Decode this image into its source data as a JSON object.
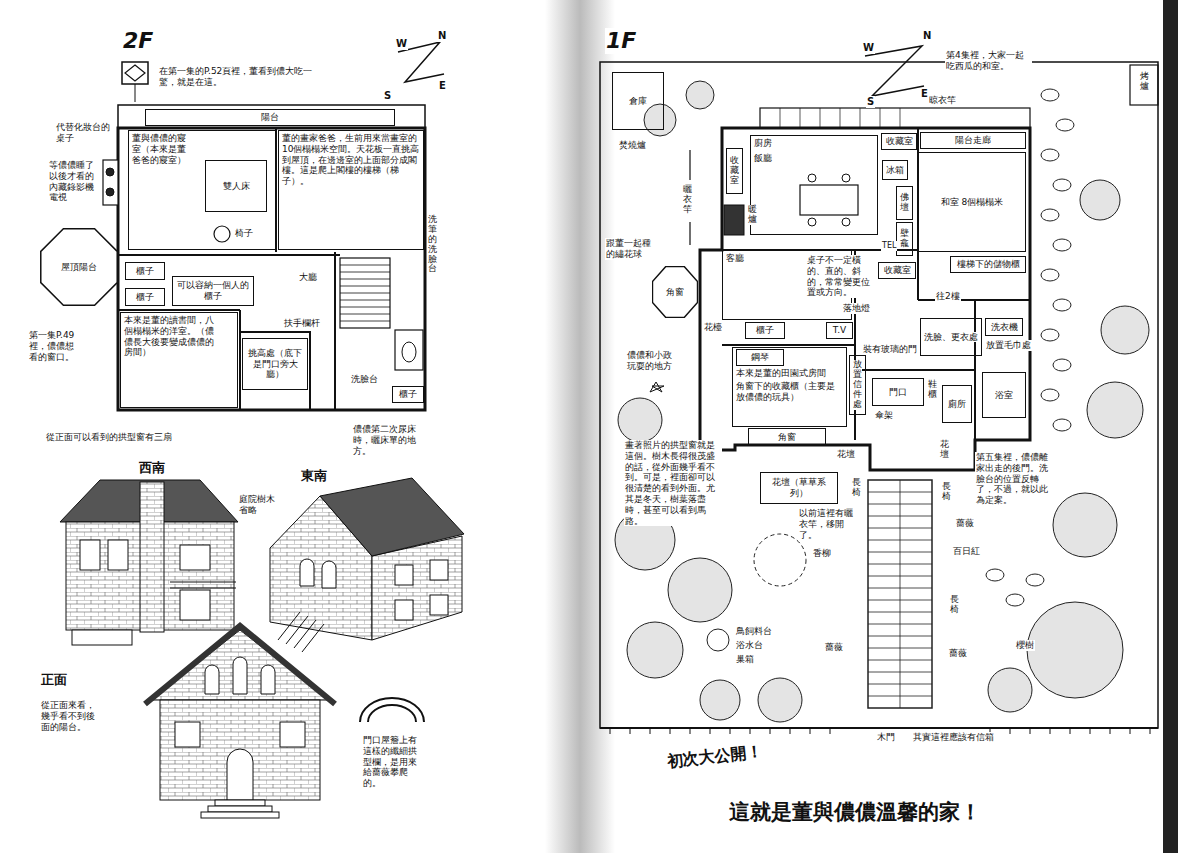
{
  "diagram": {
    "caption": "這就是董與儂儂溫馨的家！",
    "nodes": [
      {
        "text": [
          "陽台"
        ]
      },
      {
        "text": [
          "董與儂儂的寢室（本來是董爸爸的寢室）"
        ]
      },
      {
        "text": [
          "雙人床"
        ]
      },
      {
        "text": [
          "董的畫家爸爸，生前用來當畫室的10個榻榻米空間。天花板一直挑高到屋頂，在邊邊室的上面部分成閣樓。這是爬上閣樓的樓梯（梯子）。"
        ]
      },
      {
        "text": [
          "櫃子"
        ]
      },
      {
        "text": [
          "櫃子"
        ]
      },
      {
        "text": [
          "可以容納一個人的櫃子"
        ]
      },
      {
        "text": [
          "屋頂陽台"
        ]
      },
      {
        "text": [
          "本來是董的讀書間，八個榻榻米的洋室。（儂儂長大後要變成儂儂的房間）"
        ]
      },
      {
        "text": [
          "挑高處（底下是門口旁大廳）"
        ]
      },
      {
        "text": [
          "櫃子"
        ]
      },
      {
        "text": [
          "倉庫"
        ]
      },
      {
        "text": [
          "收藏室"
        ]
      },
      {
        "text": [
          "廚房",
          "飯廳"
        ]
      },
      {
        "text": [
          "收藏室"
        ]
      },
      {
        "text": [
          "冰箱"
        ]
      },
      {
        "text": [
          "陽台走廊"
        ]
      },
      {
        "text": [
          "和室 8個榻榻米"
        ]
      },
      {
        "text": [
          "佛壇"
        ]
      },
      {
        "text": [
          "壁龕"
        ]
      },
      {
        "text": [
          "收藏室"
        ]
      },
      {
        "text": [
          "樓梯下的儲物櫃"
        ]
      },
      {
        "text": [
          "客廳"
        ]
      },
      {
        "text": [
          "角窗"
        ]
      },
      {
        "text": [
          "櫃子"
        ]
      },
      {
        "text": [
          "T.V"
        ]
      },
      {
        "text": [
          "鋼琴"
        ]
      },
      {
        "text": [
          "本來是董的田園式房間",
          "角窗下的收藏櫃（主要是放儂儂的玩具）"
        ]
      },
      {
        "text": [
          "角窗"
        ]
      },
      {
        "text": [
          "放置信件處"
        ]
      },
      {
        "text": [
          "門口"
        ]
      },
      {
        "text": [
          "洗臉、更衣處"
        ]
      },
      {
        "text": [
          "洗衣機"
        ]
      },
      {
        "text": [
          "廁所"
        ]
      },
      {
        "text": [
          "浴室"
        ]
      },
      {
        "text": [
          "花壇（草草系列）"
        ]
      }
    ],
    "labels": [
      "2F",
      "在第一集的P.52頁裡，董看到儂大吃一驚，就是在這。",
      "代替化妝台的桌子",
      "等儂儂睡了以後才看的內藏錄影機電視",
      "椅子",
      "洗筆的洗臉台",
      "大廳",
      "扶手欄杆",
      "第一集P.49裡，儂儂想看的窗口。",
      "洗臉台",
      "儂儂第二次尿床時，曬床單的地方。",
      "從正面可以看到的拱型窗有三扇",
      "西南",
      "東南",
      "庭院樹木省略",
      "正面",
      "從正面來看，幾乎看不到後面的陽台。",
      "門口屋簷上有這樣的纖細拱型欄，是用來給薔薇攀爬的。",
      "N",
      "W",
      "E",
      "S",
      "1F",
      "N",
      "W",
      "E",
      "S",
      "焚燒爐",
      "第4集裡，大家一起吃西瓜的和室。",
      "晾衣竿",
      "曬衣竿",
      "暖爐",
      "跟董一起種的繡花球",
      "桌子不一定橫的、直的、斜的，常常變更位置或方向。",
      "TEL",
      "往2樓",
      "落地燈",
      "花檯",
      "儂儂和小政玩耍的地方",
      "裝有玻璃的門",
      "放置毛巾處",
      "傘架",
      "鞋櫃",
      "畫著照片的拱型窗就是這個。樹木長得很茂盛的話，從外面幾乎看不到。可是，裡面卻可以很清楚的看到外面。尤其是冬天，樹葉落盡時，甚至可以看到馬路。",
      "花壇",
      "花壇",
      "長椅",
      "長椅",
      "長椅",
      "以前這裡有曬衣竿，移開了。",
      "第五集裡，儂儂離家出走的後門。洗臉台的位置反轉了，不過，就以此為定案。",
      "香柳",
      "薔薇",
      "百日紅",
      "薔薇",
      "櫻樹",
      "薔薇",
      "鳥飼料台",
      "浴水台",
      "巢箱",
      "木門",
      "其實這裡應該有信箱",
      "初次大公開！",
      "烤爐"
    ]
  }
}
